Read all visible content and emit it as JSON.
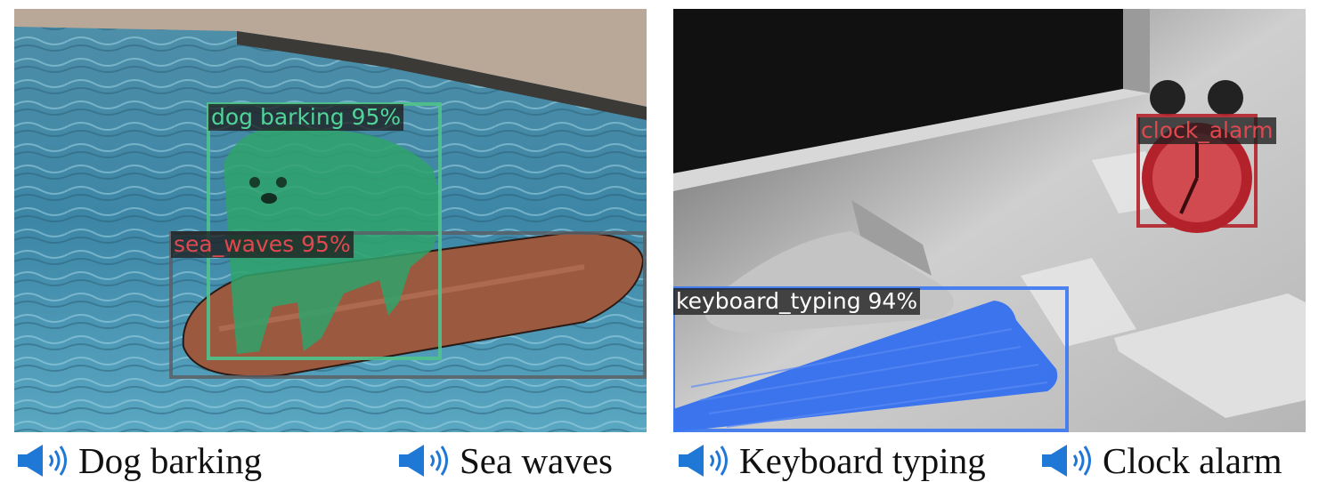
{
  "left_panel": {
    "detections": [
      {
        "label": "dog barking 95%",
        "color": "#4fd59a"
      },
      {
        "label": "sea_waves 95%",
        "color": "#e0484f"
      }
    ]
  },
  "right_panel": {
    "detections": [
      {
        "label": "clock_alarm",
        "color": "#e0484f"
      },
      {
        "label": "keyboard_typing 94%",
        "color": "#ffffff"
      }
    ]
  },
  "captions": [
    {
      "text": "Dog barking",
      "icon": "speaker-icon"
    },
    {
      "text": "Sea waves",
      "icon": "speaker-icon"
    },
    {
      "text": "Keyboard typing",
      "icon": "speaker-icon"
    },
    {
      "text": "Clock alarm",
      "icon": "speaker-icon"
    }
  ],
  "colors": {
    "speaker": "#1f78d6",
    "dog_mask": "#2fa36b",
    "waves_box": "#5a6066",
    "keyboard_mask": "#2f6df0",
    "clock_mask": "#b3222a"
  }
}
